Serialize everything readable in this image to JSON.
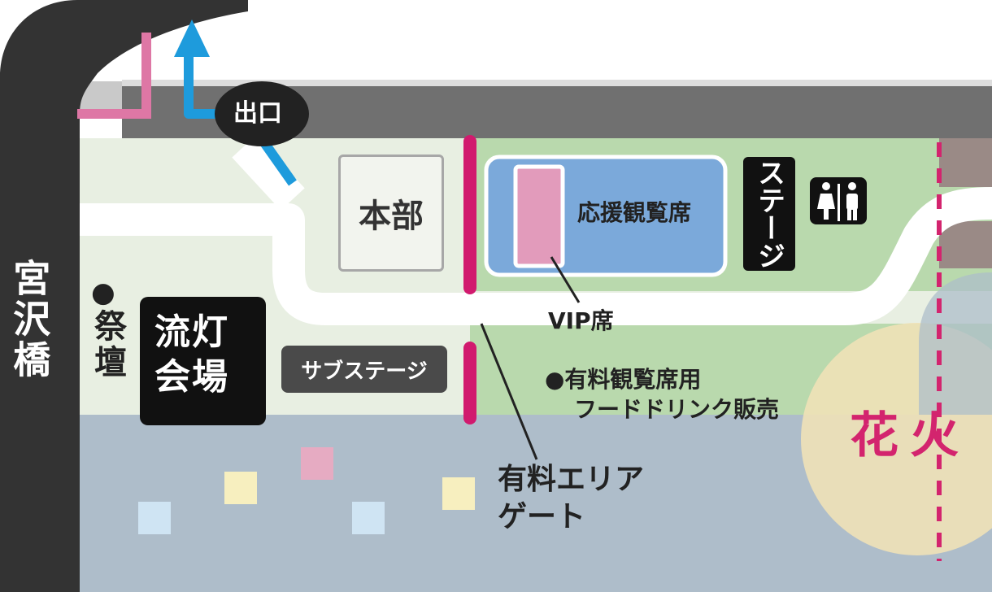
{
  "labels": {
    "bridge": "宮沢橋",
    "exit": "出口",
    "headquarters": "本部",
    "cheering_seats": "応援観覧席",
    "stage": "ステージ",
    "vip_seats": "VIP席",
    "altar_bullet": "●",
    "altar": "祭壇",
    "lantern_venue": "流灯会場",
    "sub_stage": "サブステージ",
    "food_line1": "●有料観覧席用",
    "food_line2": "フードドリンク販売",
    "paid_gate_line1": "有料エリア",
    "paid_gate_line2": "ゲート",
    "fireworks": "花火"
  },
  "colors": {
    "road": "#333333",
    "river": "#aebdca",
    "grass": "#e8efe2",
    "paid_area": "#b9d9ad",
    "gate": "#d11a6e",
    "seat_blue": "#7ba9da",
    "vip_pink": "#e29bbb",
    "fireworks_glow": "#f0e1b7",
    "fireworks_text": "#d3246e",
    "exit_arrow": "#1e9bdc",
    "pink_route": "#de77a5"
  },
  "icons": {
    "restroom": "restroom-icon",
    "exit_arrow": "arrow-up-icon"
  }
}
